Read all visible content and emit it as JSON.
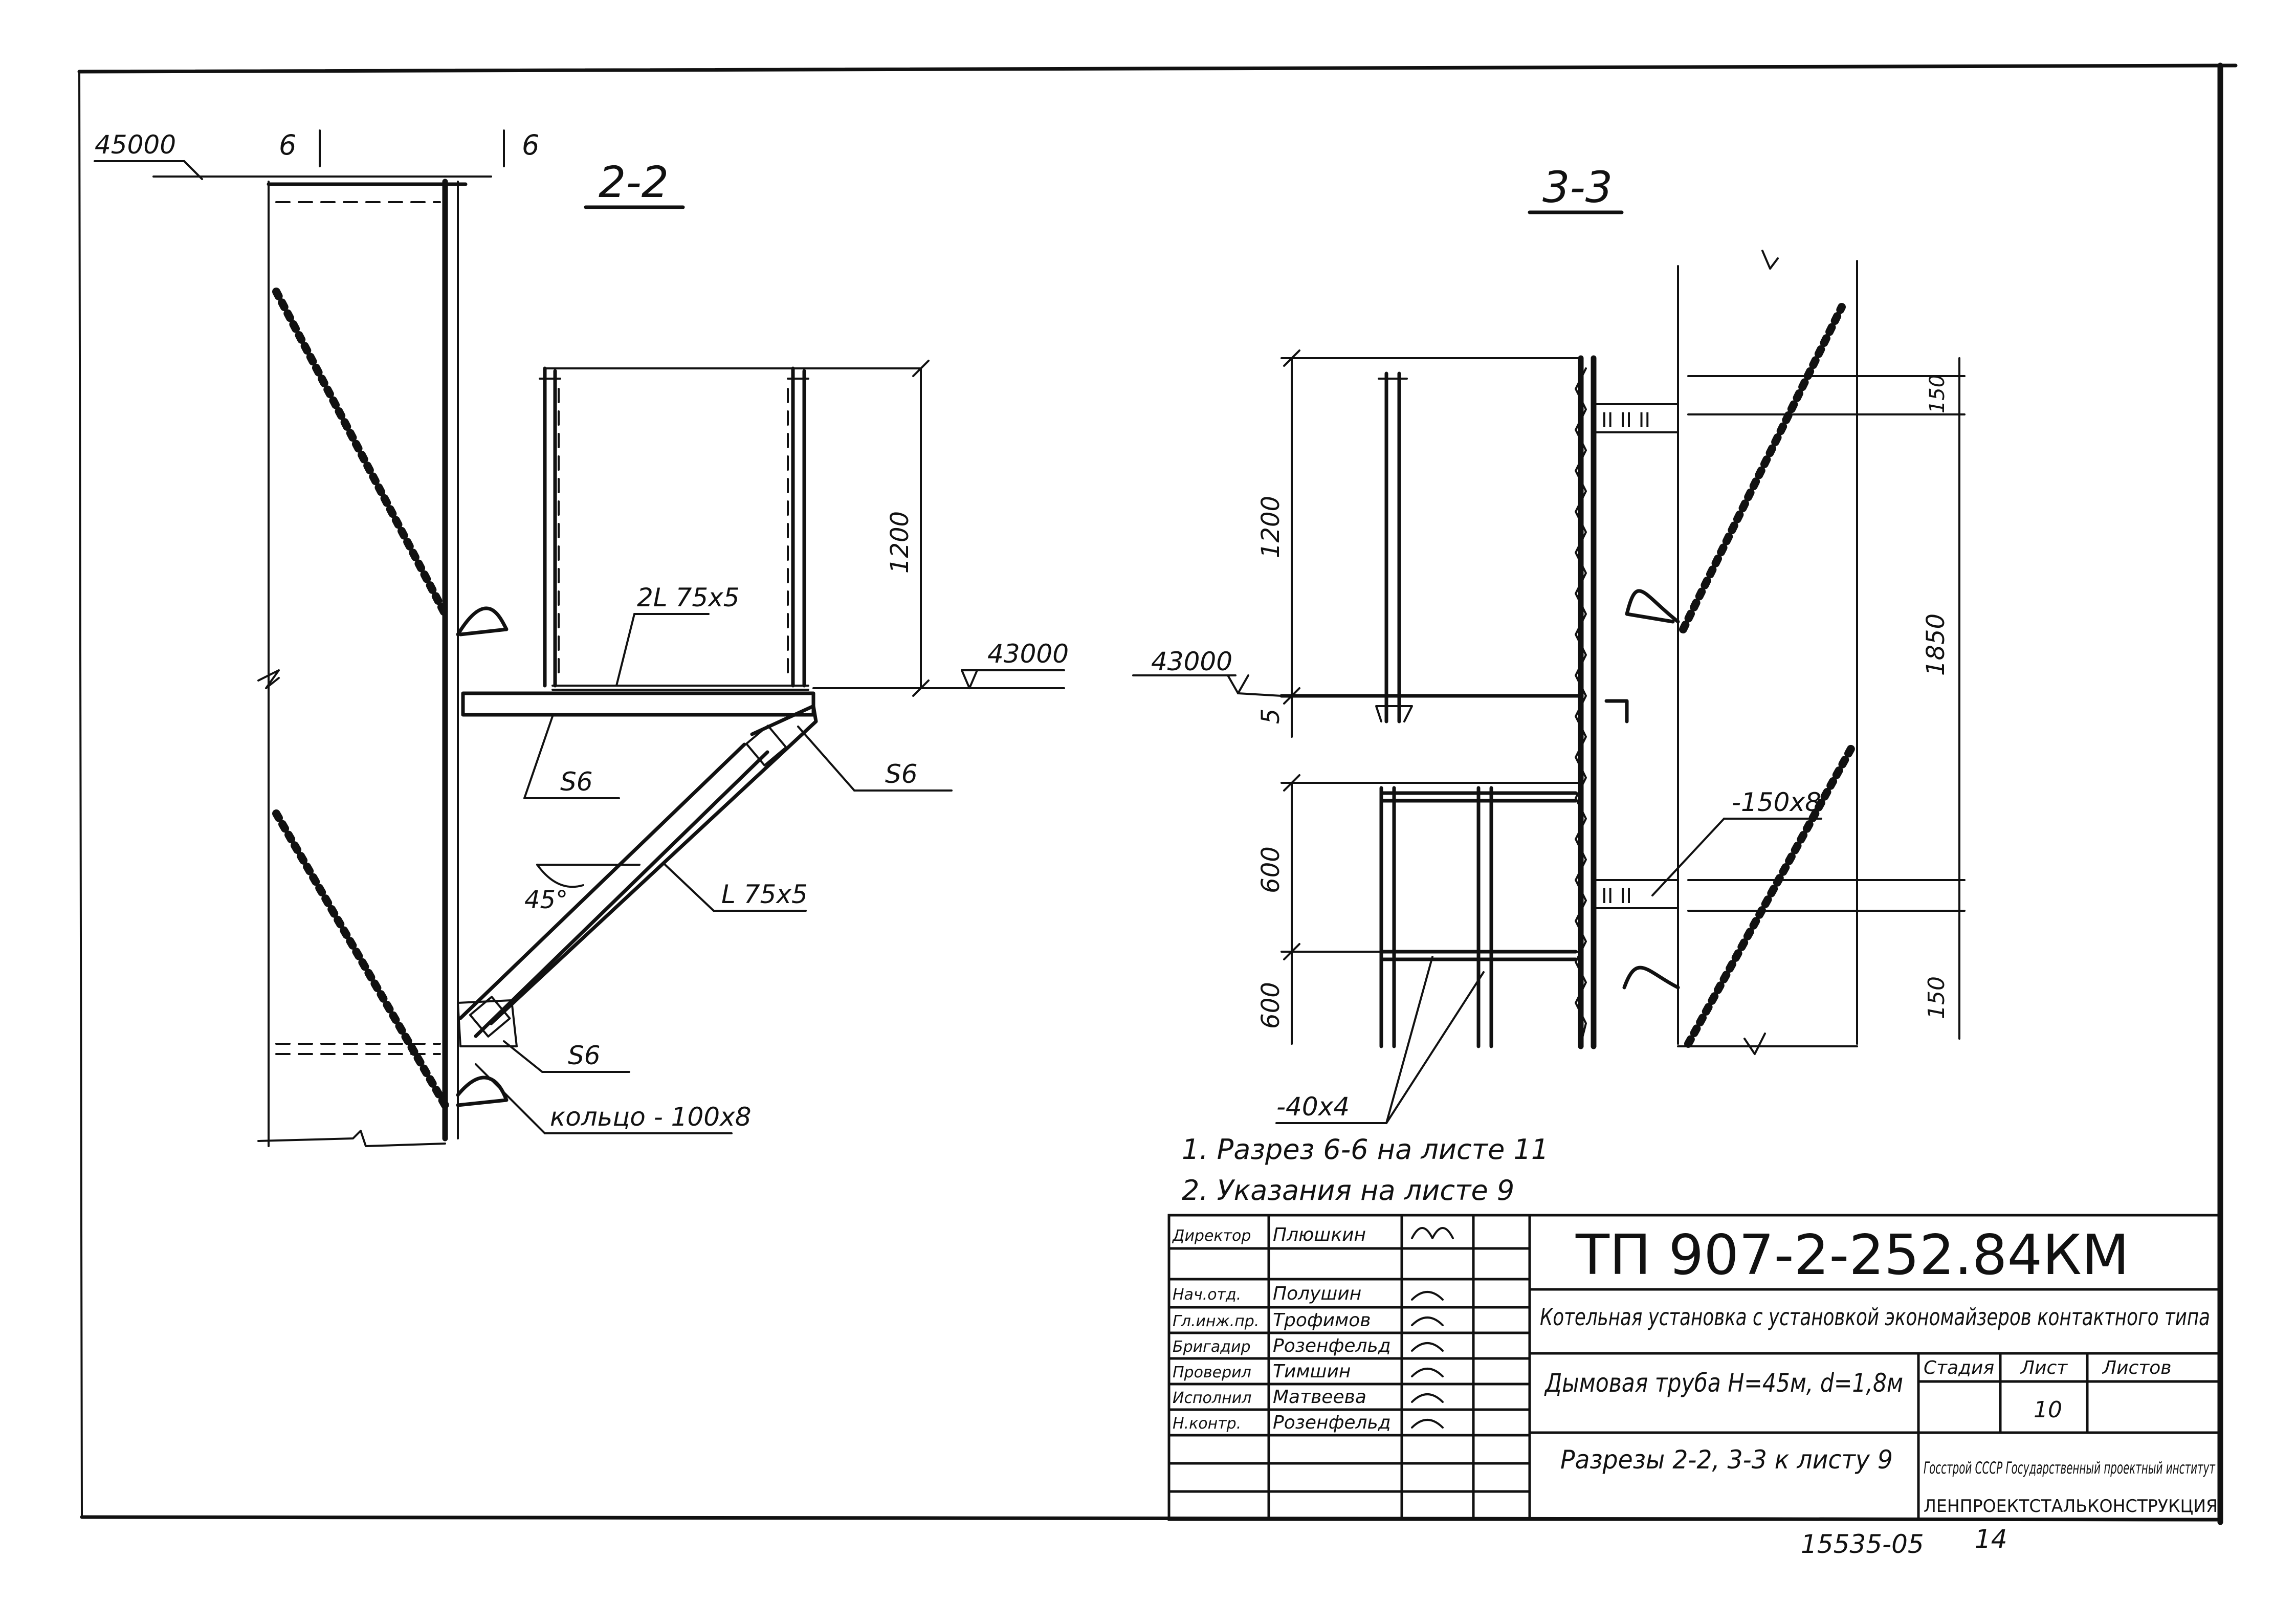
{
  "section_2_2": {
    "title": "2-2",
    "elev_top": "45000",
    "cut_mark": "6",
    "dim_rail": "1200",
    "label_channel": "2L 75x5",
    "elev_platform": "43000",
    "weld_a": "S6",
    "weld_b": "S6",
    "weld_c": "S6",
    "angle": "45°",
    "label_brace": "L 75x5",
    "label_ring": "кольцо - 100x8"
  },
  "section_3_3": {
    "title": "3-3",
    "dim_rail": "1200",
    "dim_gap": "5",
    "dim_lower_1": "600",
    "dim_lower_2": "600",
    "dim_right_top": "150",
    "dim_right_mid": "1850",
    "dim_right_low": "150",
    "elev_platform": "43000",
    "label_plate": "-150x8",
    "label_strip": "-40x4"
  },
  "notes": [
    "1. Разрез 6-6 на листе 11",
    "2. Указания на листе 9"
  ],
  "title_block": {
    "roles": [
      "Директор",
      "Нач.отд.",
      "Гл.инж.пр.",
      "Бригадир",
      "Проверил",
      "Исполнил",
      "Н.контр."
    ],
    "names": [
      "Плюшкин",
      "Полушин",
      "Трофимов",
      "Розенфельд",
      "Тимшин",
      "Матвеева",
      "Розенфельд"
    ],
    "code": "ТП 907-2-252.84КМ",
    "project": "Котельная установка с установкой экономайзеров контактного типа",
    "object": "Дымовая труба Н=45м, d=1,8м",
    "sheet_title": "Разрезы 2-2, 3-3 к листу 9",
    "stage_label": "Стадия",
    "sheet_label": "Лист",
    "sheets_label": "Листов",
    "sheet_no": "10",
    "org": "Госстрой СССР Государственный проектный институт",
    "org_name": "ЛЕНПРОЕКТСТАЛЬКОНСТРУКЦИЯ"
  },
  "archive_no": "15535-05",
  "page_no": "14"
}
